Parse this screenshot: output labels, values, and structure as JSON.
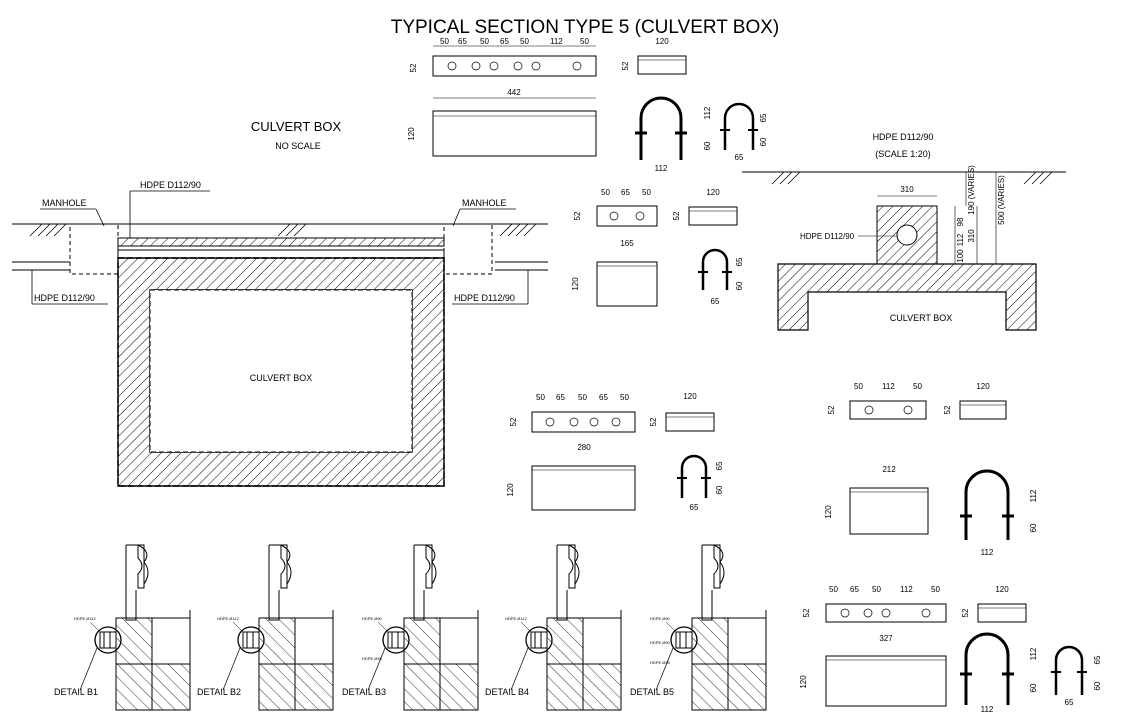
{
  "title": "TYPICAL SECTION TYPE 5 (CULVERT BOX)",
  "left_section": {
    "heading": "CULVERT BOX",
    "subheading": "NO SCALE",
    "hdpe_top": "HDPE D112/90",
    "manhole_left": "MANHOLE",
    "manhole_right": "MANHOLE",
    "hdpe_left": "HDPE D112/90",
    "hdpe_right": "HDPE D112/90",
    "box_label": "CULVERT BOX"
  },
  "right_section": {
    "heading": "HDPE D112/90",
    "scale": "(SCALE 1:20)",
    "hdpe_label": "HDPE D112/90",
    "box_label": "CULVERT BOX",
    "dim_310_top": "310",
    "dim_190": "190 (VARIES)",
    "dim_500": "500 (VARIES)",
    "dim_98": "98",
    "dim_112": "112",
    "dim_100": "100",
    "dim_310_side": "310"
  },
  "details": [
    "DETAIL B1",
    "DETAIL B2",
    "DETAIL B3",
    "DETAIL B4",
    "DETAIL B5"
  ],
  "detail_tiny_labels": [
    "HDPE Ø112",
    "HDPE Ø112",
    "HDPE Ø90",
    "HDPE Ø112",
    "HDPE Ø90",
    "HDPE Ø45",
    "HDPE Ø45",
    "HDPE Ø90"
  ],
  "plates": {
    "p1": {
      "dims": [
        "50",
        "65",
        "50",
        "65",
        "50",
        "112",
        "50"
      ],
      "h": "52",
      "side_w": "120",
      "side_h": "52",
      "len": "442",
      "len_h": "120",
      "ub_h": "112",
      "ub_w": "112",
      "ub_60": "60",
      "us_65h": "65",
      "us_60": "60",
      "us_65w": "65"
    },
    "p2": {
      "dims": [
        "50",
        "65",
        "50"
      ],
      "h": "52",
      "side_w": "120",
      "side_h": "52",
      "len": "165",
      "len_h": "120",
      "us_65h": "65",
      "us_60": "60",
      "us_65w": "65"
    },
    "p3": {
      "dims": [
        "50",
        "65",
        "50",
        "65",
        "50"
      ],
      "h": "52",
      "side_w": "120",
      "side_h": "52",
      "len": "280",
      "len_h": "120",
      "us_65h": "65",
      "us_60": "60",
      "us_65w": "65"
    },
    "p4": {
      "dims": [
        "50",
        "112",
        "50"
      ],
      "h": "52",
      "side_w": "120",
      "side_h": "52",
      "len": "212",
      "len_h": "120",
      "ub_h": "112",
      "ub_60": "60",
      "ub_w": "112"
    },
    "p5": {
      "dims": [
        "50",
        "65",
        "50",
        "112",
        "50"
      ],
      "h": "52",
      "side_w": "120",
      "side_h": "52",
      "len": "327",
      "len_h": "120",
      "ub_h": "112",
      "ub_60": "60",
      "ub_w": "112",
      "us_65h": "65",
      "us_60": "60",
      "us_65w": "65"
    }
  }
}
